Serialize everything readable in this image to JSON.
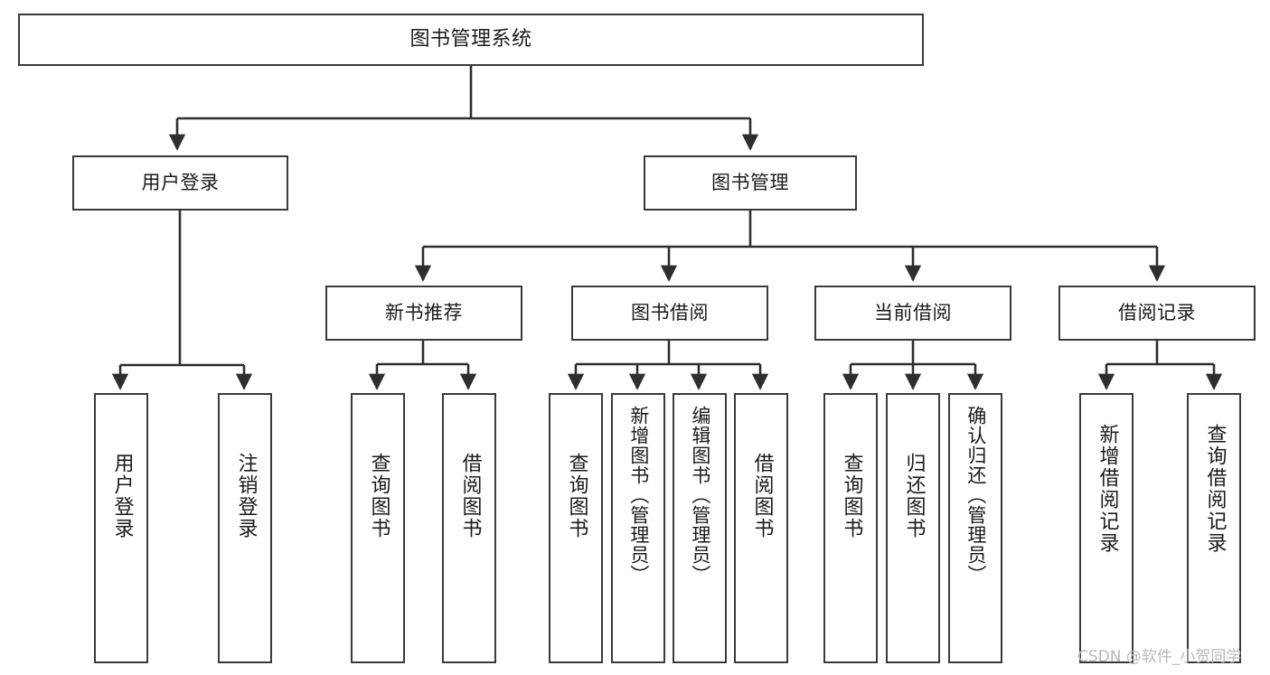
{
  "diagram": {
    "type": "tree-hierarchy-flowchart",
    "title": "图书管理系统",
    "watermark": "CSDN @软件_小贺同学",
    "colors": {
      "background": "#ffffff",
      "node_fill": "#ffffff",
      "node_border": "#3a3a3a",
      "edge": "#2e2e2e",
      "text": "#1b1b1b",
      "watermark": "#b9b9b9"
    },
    "nodes": {
      "root": {
        "label": "图书管理系统",
        "level": 0,
        "orientation": "horizontal"
      },
      "login": {
        "label": "用户登录",
        "level": 1,
        "orientation": "horizontal"
      },
      "book_mgmt": {
        "label": "图书管理",
        "level": 1,
        "orientation": "horizontal"
      },
      "new_book_rec": {
        "label": "新书推荐",
        "level": 2,
        "orientation": "horizontal"
      },
      "book_borrow": {
        "label": "图书借阅",
        "level": 2,
        "orientation": "horizontal"
      },
      "current_borrow": {
        "label": "当前借阅",
        "level": 2,
        "orientation": "horizontal"
      },
      "borrow_record": {
        "label": "借阅记录",
        "level": 2,
        "orientation": "horizontal"
      },
      "leaf_user_login": {
        "label": "用户登录",
        "level": 2,
        "orientation": "vertical"
      },
      "leaf_logout": {
        "label": "注销登录",
        "level": 2,
        "orientation": "vertical"
      },
      "leaf_query_book_1": {
        "label": "查询图书",
        "level": 3,
        "orientation": "vertical"
      },
      "leaf_borrow_book_1": {
        "label": "借阅图书",
        "level": 3,
        "orientation": "vertical"
      },
      "leaf_query_book_2": {
        "label": "查询图书",
        "level": 3,
        "orientation": "vertical"
      },
      "leaf_add_book": {
        "label": "新增图书（管理员）",
        "level": 3,
        "orientation": "vertical"
      },
      "leaf_edit_book": {
        "label": "编辑图书（管理员）",
        "level": 3,
        "orientation": "vertical"
      },
      "leaf_borrow_book_2": {
        "label": "借阅图书",
        "level": 3,
        "orientation": "vertical"
      },
      "leaf_query_book_3": {
        "label": "查询图书",
        "level": 3,
        "orientation": "vertical"
      },
      "leaf_return_book": {
        "label": "归还图书",
        "level": 3,
        "orientation": "vertical"
      },
      "leaf_confirm_return": {
        "label": "确认归还（管理员）",
        "level": 3,
        "orientation": "vertical"
      },
      "leaf_add_record": {
        "label": "新增借阅记录",
        "level": 3,
        "orientation": "vertical"
      },
      "leaf_query_record": {
        "label": "查询借阅记录",
        "level": 3,
        "orientation": "vertical"
      }
    },
    "edges": [
      {
        "from": "root",
        "to": "login"
      },
      {
        "from": "root",
        "to": "book_mgmt"
      },
      {
        "from": "login",
        "to": "leaf_user_login"
      },
      {
        "from": "login",
        "to": "leaf_logout"
      },
      {
        "from": "book_mgmt",
        "to": "new_book_rec"
      },
      {
        "from": "book_mgmt",
        "to": "book_borrow"
      },
      {
        "from": "book_mgmt",
        "to": "current_borrow"
      },
      {
        "from": "book_mgmt",
        "to": "borrow_record"
      },
      {
        "from": "new_book_rec",
        "to": "leaf_query_book_1"
      },
      {
        "from": "new_book_rec",
        "to": "leaf_borrow_book_1"
      },
      {
        "from": "book_borrow",
        "to": "leaf_query_book_2"
      },
      {
        "from": "book_borrow",
        "to": "leaf_add_book"
      },
      {
        "from": "book_borrow",
        "to": "leaf_edit_book"
      },
      {
        "from": "book_borrow",
        "to": "leaf_borrow_book_2"
      },
      {
        "from": "current_borrow",
        "to": "leaf_query_book_3"
      },
      {
        "from": "current_borrow",
        "to": "leaf_return_book"
      },
      {
        "from": "current_borrow",
        "to": "leaf_confirm_return"
      },
      {
        "from": "borrow_record",
        "to": "leaf_add_record"
      },
      {
        "from": "borrow_record",
        "to": "leaf_query_record"
      }
    ]
  }
}
